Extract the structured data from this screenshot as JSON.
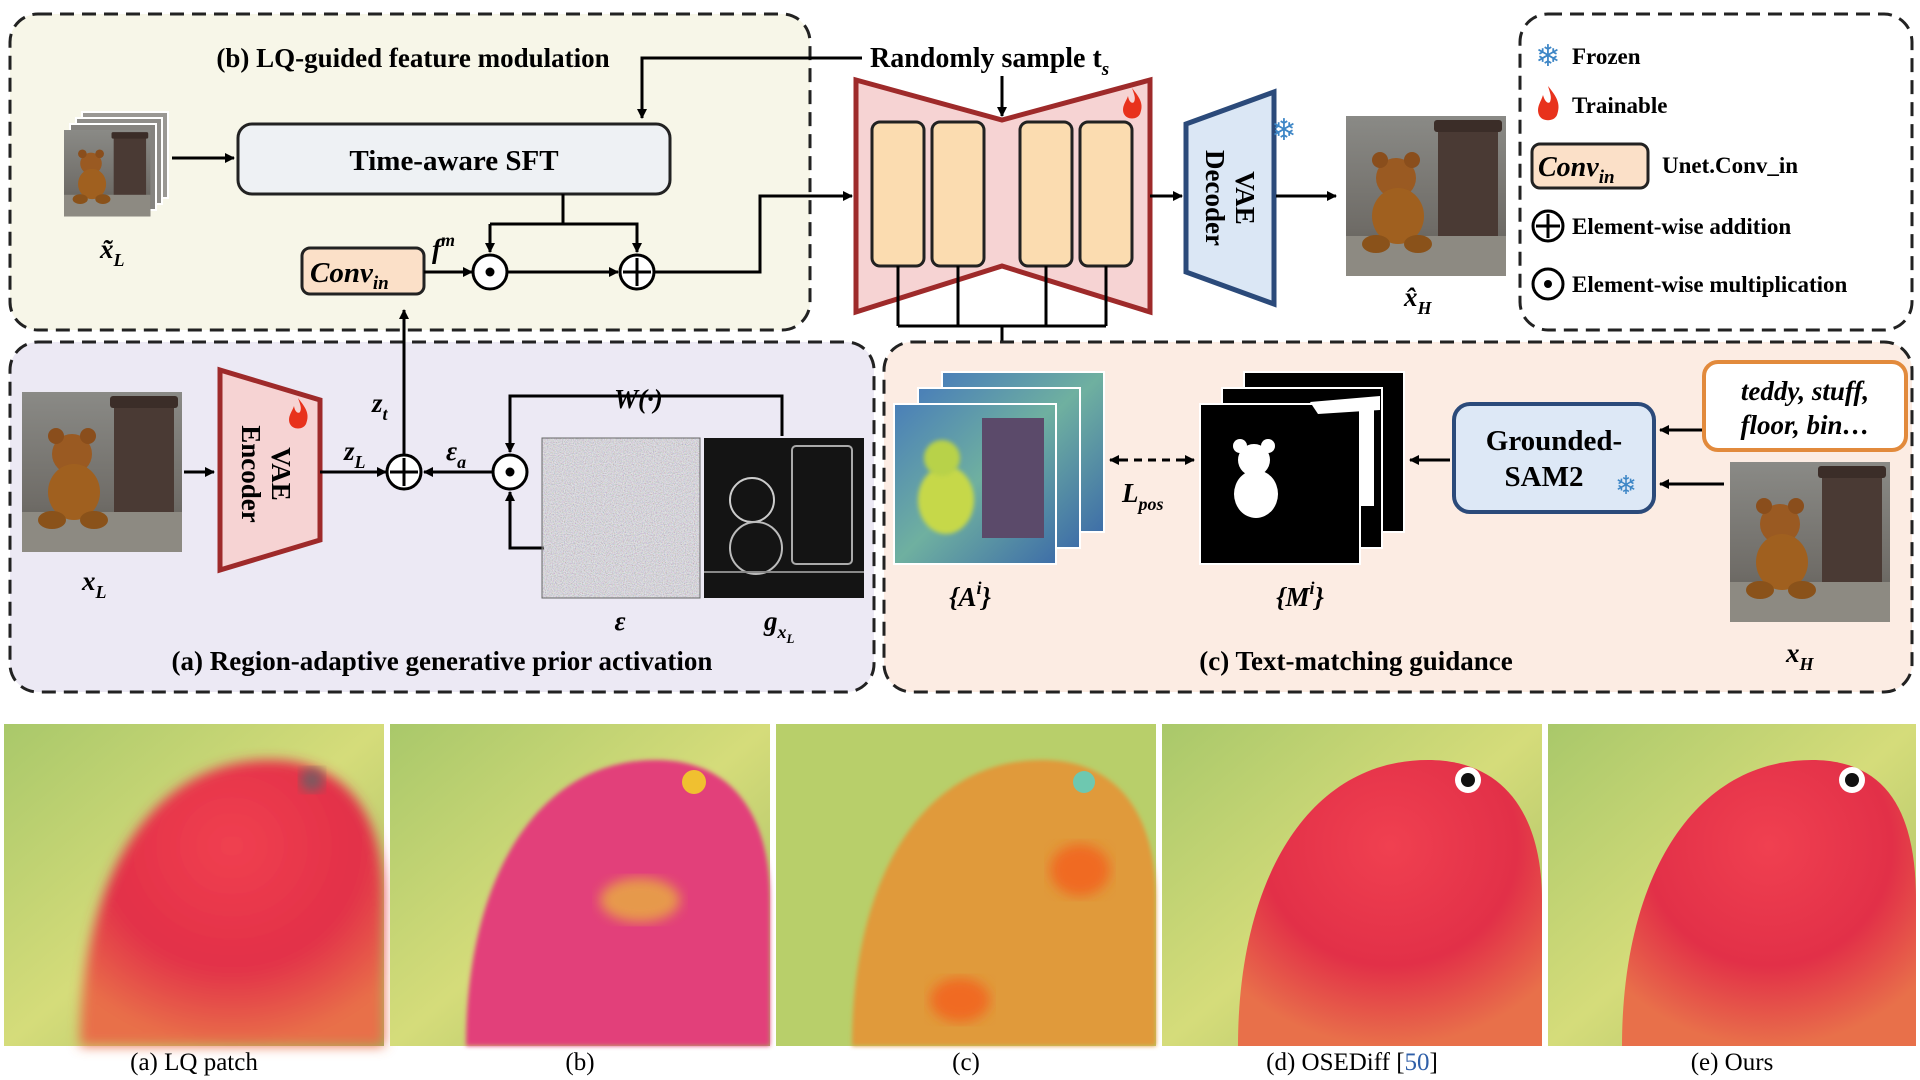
{
  "panel_b": {
    "title": "(b) LQ-guided feature modulation",
    "sft_label": "Time-aware SFT",
    "conv_in_label": "Conv",
    "conv_in_sub": "in",
    "fm_label": "f",
    "fm_sup": "m",
    "lq_input_label": "x̃",
    "lq_input_sub": "L"
  },
  "center": {
    "sample_label": "Randomly sample t",
    "sample_sub": "s",
    "vae_decoder_label_1": "VAE",
    "vae_decoder_label_2": "Decoder",
    "output_label": "x̂",
    "output_sub": "H"
  },
  "legend": {
    "frozen": "Frozen",
    "trainable": "Trainable",
    "conv_in_desc": "Unet.Conv_in",
    "conv_in_label": "Conv",
    "conv_in_sub": "in",
    "addition": "Element-wise addition",
    "multiplication": "Element-wise multiplication"
  },
  "panel_a": {
    "title": "(a)  Region-adaptive generative prior activation",
    "input_label": "x",
    "input_sub": "L",
    "vae_encoder_label_1": "VAE",
    "vae_encoder_label_2": "Encoder",
    "zl_label": "z",
    "zl_sub": "L",
    "zt_label": "z",
    "zt_sub": "t",
    "eps_a_label": "ε",
    "eps_a_sub": "a",
    "w_label": "W(·)",
    "noise_label": "ε",
    "grad_label": "g",
    "grad_sub": "x",
    "grad_subsub": "L"
  },
  "panel_c": {
    "title": "(c) Text-matching guidance",
    "attn_label": "{A",
    "attn_sup": "i",
    "attn_close": "}",
    "mask_label": "{M",
    "mask_sup": "i",
    "mask_close": "}",
    "loss_label": "L",
    "loss_sub": "pos",
    "sam_label_1": "Grounded-",
    "sam_label_2": "SAM2",
    "prompt_line_1": "teddy, stuff,",
    "prompt_line_2": "floor, bin…",
    "hq_label": "x",
    "hq_sub": "H"
  },
  "bottom": {
    "captions": [
      {
        "text": "(a) LQ patch"
      },
      {
        "text": "(b)"
      },
      {
        "text": "(c)"
      },
      {
        "text": "(d) OSEDiff [",
        "ref": "50",
        "close": "]"
      },
      {
        "text": "(e) Ours"
      }
    ]
  },
  "colors": {
    "panel_b_bg": "#f7f6e8",
    "panel_a_bg": "#ece9f4",
    "panel_c_bg": "#fcece3",
    "unet_fill": "#f6d3d3",
    "unet_stroke": "#9e2a2a",
    "unet_block": "#fbdcb0",
    "decoder_fill": "#dbe7f5",
    "decoder_stroke": "#2b4a7a",
    "sam_fill": "#dde8f6",
    "prompt_stroke": "#e28a3c",
    "ref_blue": "#2f5fa8"
  }
}
